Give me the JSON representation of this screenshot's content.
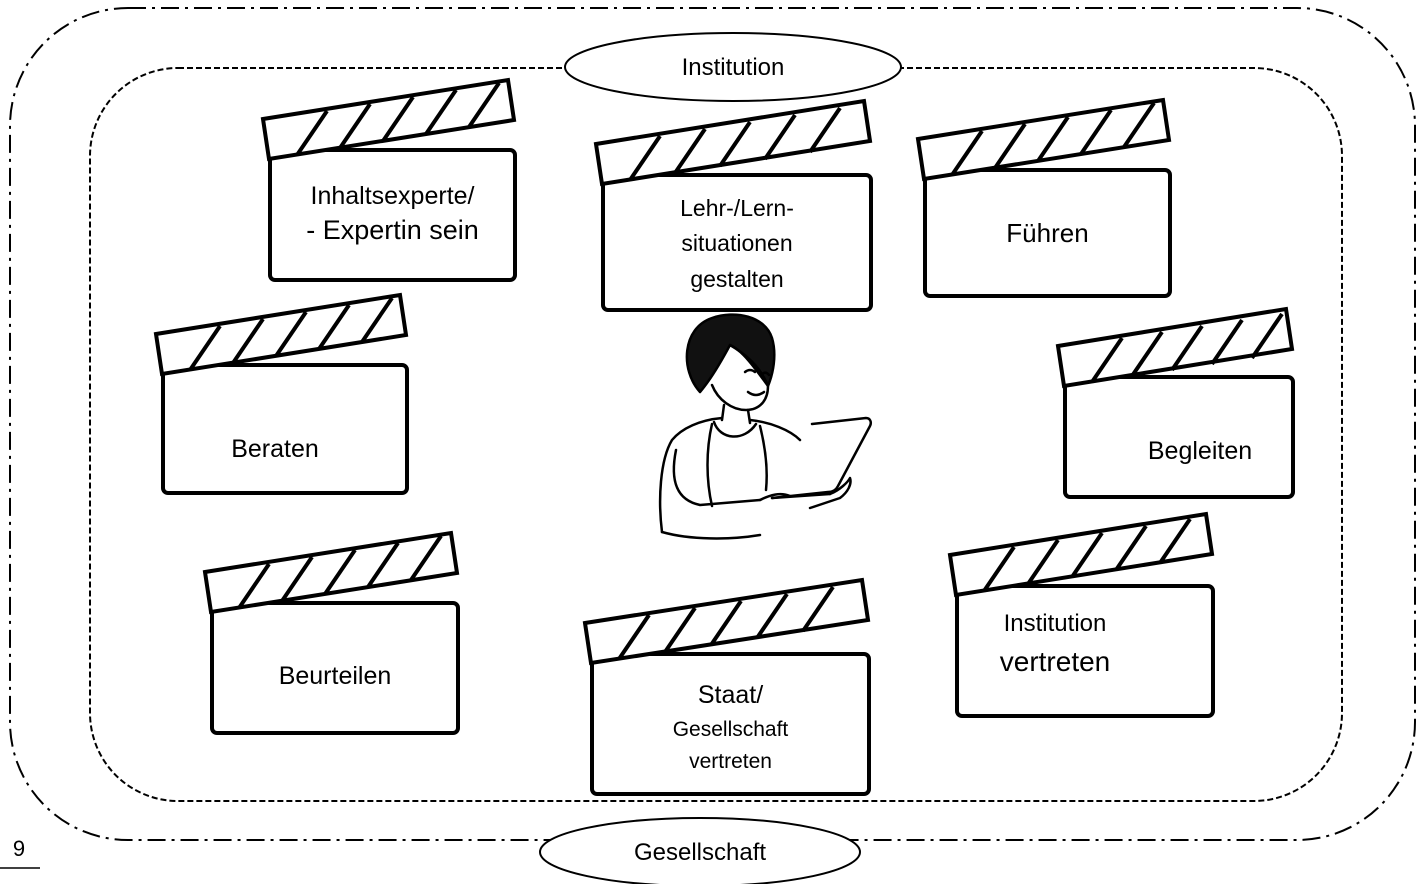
{
  "context": {
    "institution_label": "Institution",
    "society_label": "Gesellschaft"
  },
  "roles": {
    "content_expert": [
      "Inhaltsexperte/",
      "- Expertin sein"
    ],
    "design_situations": [
      "Lehr-/Lern-",
      "situationen",
      "gestalten"
    ],
    "lead": [
      "Führen"
    ],
    "advise": [
      "Beraten"
    ],
    "accompany": [
      "Begleiten"
    ],
    "assess": [
      "Beurteilen"
    ],
    "represent_state": [
      "Staat/",
      "Gesellschaft",
      "vertreten"
    ],
    "represent_institution": [
      "Institution",
      "vertreten"
    ]
  },
  "central_figure": {
    "icon": "teacher-with-laptop-icon"
  },
  "page_number": "9"
}
